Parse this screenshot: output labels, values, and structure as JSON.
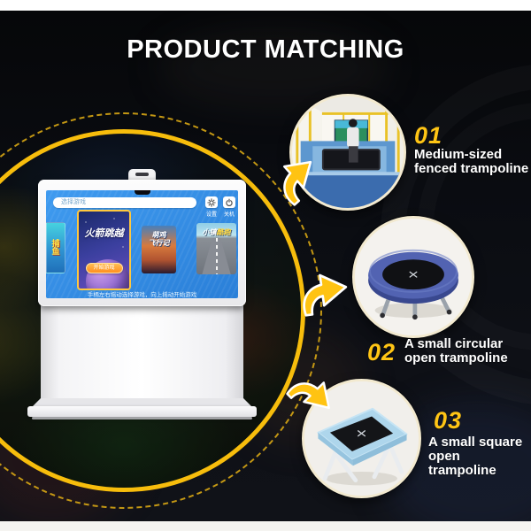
{
  "header": {
    "title": "PRODUCT MATCHING"
  },
  "kiosk": {
    "search_text": "选择游戏",
    "settings_label": "设置",
    "power_label": "关机",
    "cards": {
      "partial": {
        "char1": "捕",
        "char2": "鱼"
      },
      "main": {
        "title": "火箭跳越",
        "button": "开始游戏"
      },
      "second": {
        "line1": "萌鸡",
        "line2": "飞行记"
      },
      "third": {
        "part1": "小镇",
        "part2": "酷跑"
      }
    },
    "hint": "手柄左右摇动选择游戏，向上摇动开始游戏"
  },
  "products": [
    {
      "number": "01",
      "line1": "Medium-sized",
      "line2": "fenced trampoline"
    },
    {
      "number": "02",
      "line1": "A small circular",
      "line2": "open trampoline"
    },
    {
      "number": "03",
      "line1": "A small square",
      "line2": "open trampoline"
    }
  ],
  "colors": {
    "accent_yellow": "#FFC515",
    "background_dark": "#0B0D13",
    "screen_blue": "#2F8FE6",
    "round_trampoline_blue": "#4C5CAB",
    "square_trampoline_blue": "#AED6EC"
  }
}
